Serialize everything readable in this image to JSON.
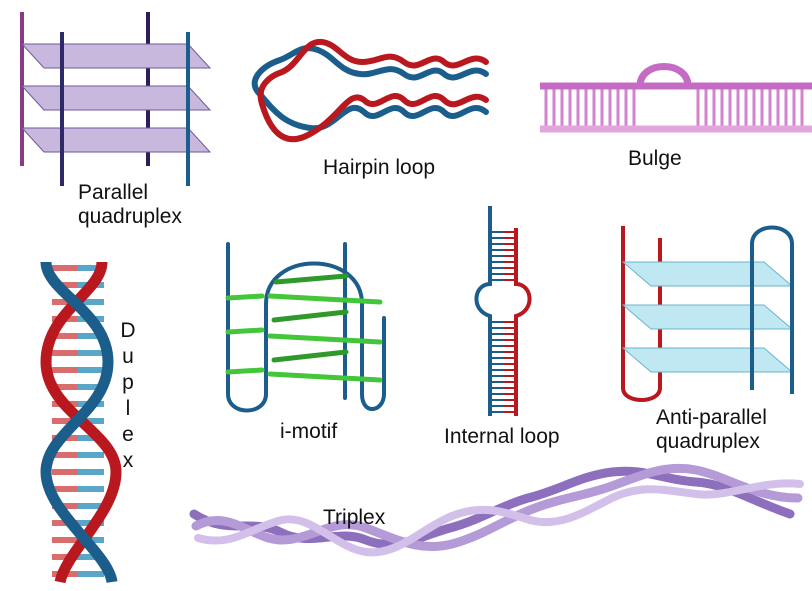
{
  "labels": {
    "parallel_quadruplex": [
      "Parallel",
      "quadruplex"
    ],
    "hairpin_loop": "Hairpin loop",
    "bulge": "Bulge",
    "duplex": [
      "D",
      "u",
      "p",
      "l",
      "e",
      "x"
    ],
    "i_motif": "i-motif",
    "internal_loop": "Internal loop",
    "anti_parallel_quadruplex": [
      "Anti-parallel",
      "quadruplex"
    ],
    "triplex": "Triplex"
  },
  "colors": {
    "navy": "#1b5e8c",
    "red": "#b8181e",
    "purple_strand": "#8a3b86",
    "dark_purple": "#2e1d5c",
    "lavender_plate": "#c9b8de",
    "pink": "#c46bc4",
    "pink_light": "#e3a6dc",
    "green": "#43c63a",
    "green_dark": "#2f9a2a",
    "cyan_plate": "#bfe8f2",
    "triplex_a": "#8d6fbd",
    "triplex_b": "#b59ad8",
    "triplex_c": "#d3c0ea"
  }
}
